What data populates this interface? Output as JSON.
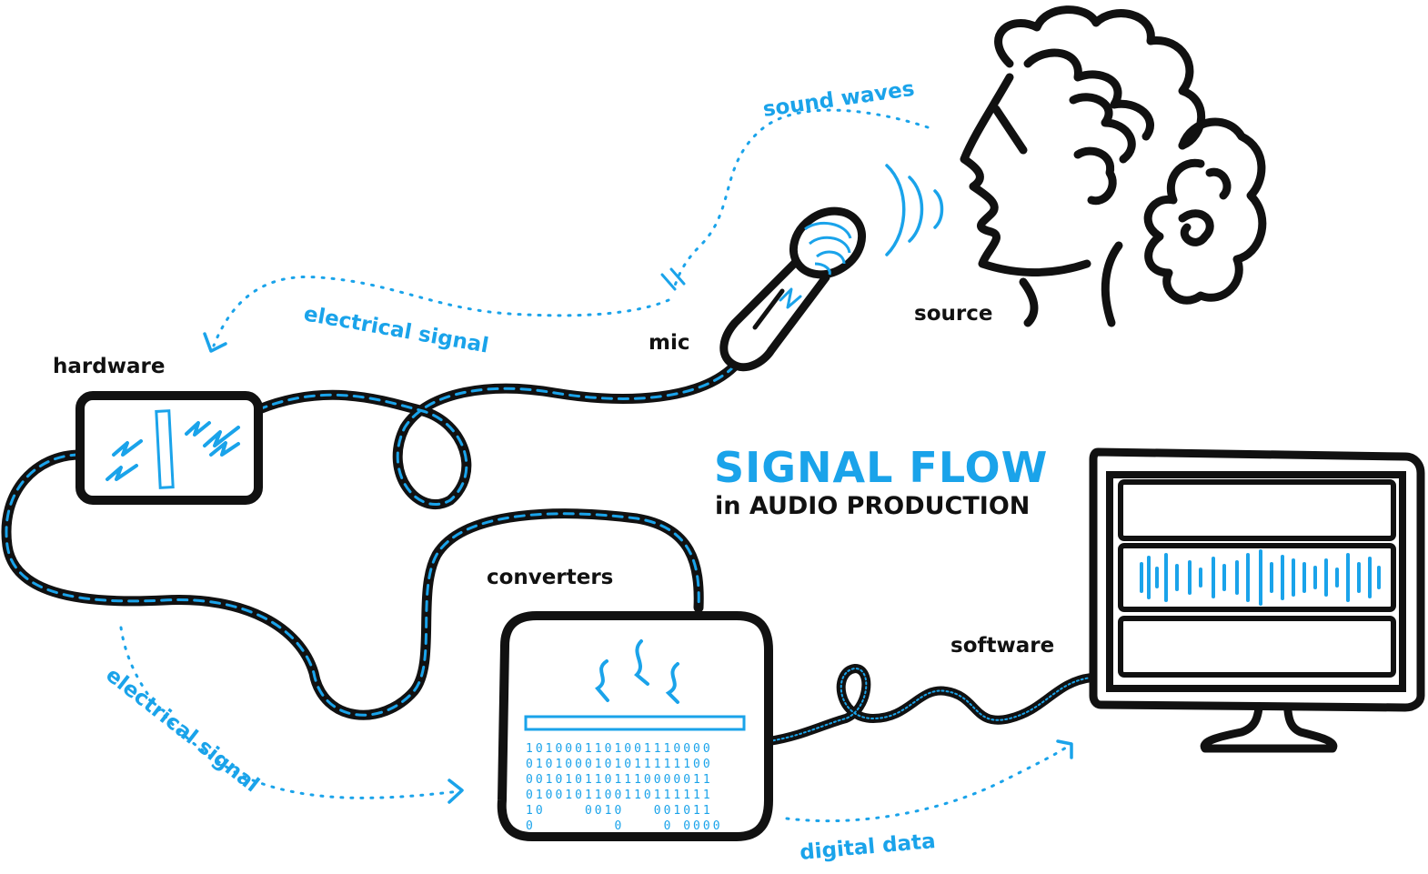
{
  "title": {
    "main": "SIGNAL FLOW",
    "sub": "in AUDIO PRODUCTION"
  },
  "nodes": {
    "source": "source",
    "mic": "mic",
    "hardware": "hardware",
    "converters": "converters",
    "software": "software"
  },
  "flows": {
    "sound_waves": "sound waves",
    "electrical_signal_top": "electrical signal",
    "electrical_signal_bottom": "electrical signal",
    "digital_data": "digital data"
  },
  "binary_rows": [
    "1010001101001110000",
    "0101000101011111100",
    "0010101101110000011",
    "0100101100110111111",
    "10    0010   001011",
    "0        0    0 0000"
  ],
  "colors": {
    "ink": "#111111",
    "accent": "#1aa3ea"
  }
}
